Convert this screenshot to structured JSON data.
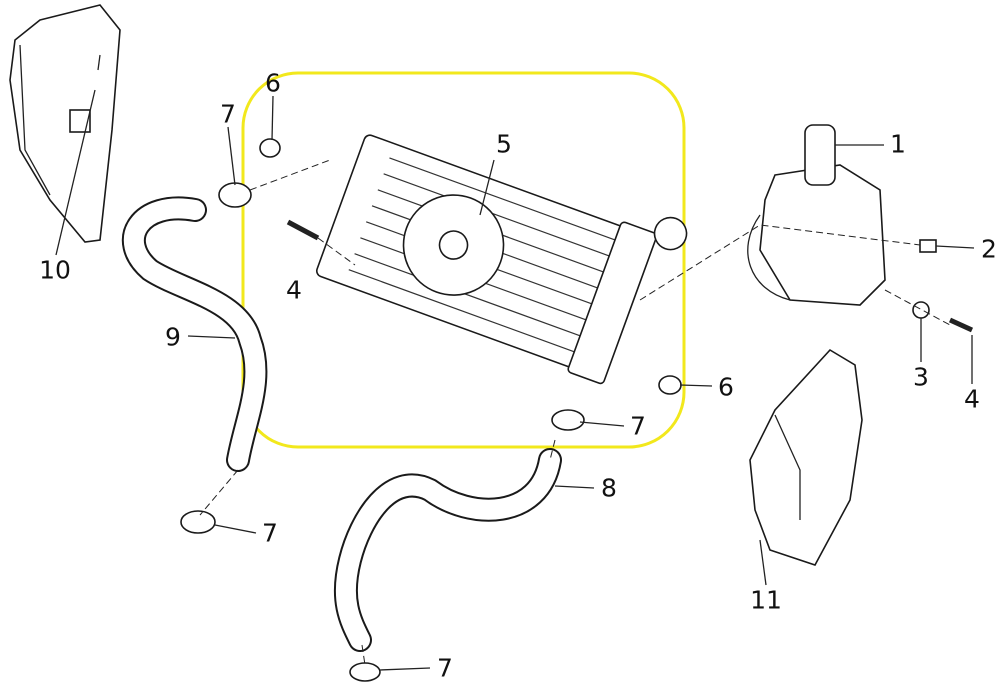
{
  "diagram": {
    "title": "Radiator assembly exploded view",
    "highlight_color": "#f2e81c",
    "callouts": [
      {
        "id": "cooling-reservoir",
        "text": "1"
      },
      {
        "id": "flange-bolt-small",
        "text": "2"
      },
      {
        "id": "washer",
        "text": "3"
      },
      {
        "id": "bolt-right",
        "text": "4"
      },
      {
        "id": "bolt-left",
        "text": "4"
      },
      {
        "id": "radiator",
        "text": "5"
      },
      {
        "id": "grommet-top",
        "text": "6"
      },
      {
        "id": "grommet-bottom",
        "text": "6"
      },
      {
        "id": "clamp-top-left",
        "text": "7"
      },
      {
        "id": "clamp-mid",
        "text": "7"
      },
      {
        "id": "clamp-lower-left",
        "text": "7"
      },
      {
        "id": "clamp-bottom",
        "text": "7"
      },
      {
        "id": "lower-hose",
        "text": "8"
      },
      {
        "id": "upper-hose",
        "text": "9"
      },
      {
        "id": "left-side-cover",
        "text": "10"
      },
      {
        "id": "right-side-cover",
        "text": "11"
      }
    ]
  }
}
